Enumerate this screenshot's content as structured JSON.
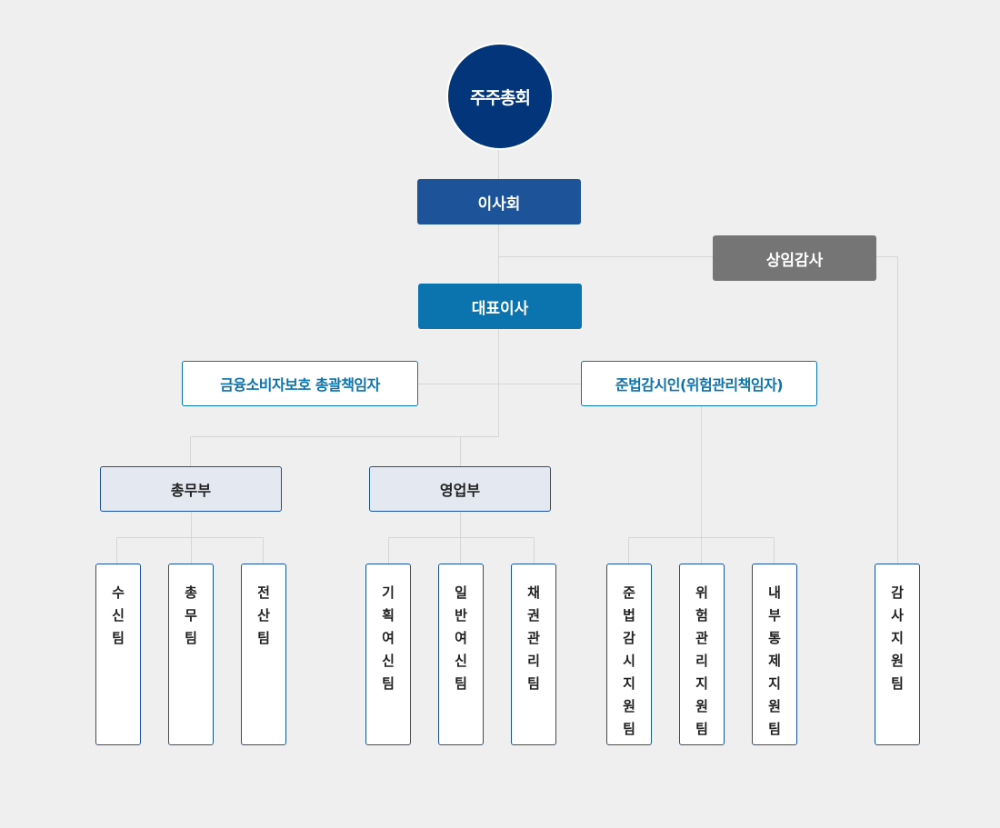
{
  "shareholders": "주주총회",
  "board": "이사회",
  "auditor": "상임감사",
  "ceo": "대표이사",
  "consumer_officer": "금융소비자보호 총괄책임자",
  "compliance_officer": "준법감시인(위험관리책임자)",
  "departments": {
    "general_affairs": "총무부",
    "sales": "영업부"
  },
  "teams": {
    "deposit": "수신팀",
    "general": "총무팀",
    "it": "전산팀",
    "planning_credit": "기획여신팀",
    "general_credit": "일반여신팀",
    "debt_management": "채권관리팀",
    "compliance": "준법감시지원팀",
    "risk_management": "위험관리지원팀",
    "internal_control": "내부통제지원팀",
    "audit_support": "감사지원팀"
  },
  "colors": {
    "background": "#efefef",
    "shareholders": "#02357a",
    "board": "#1c5399",
    "ceo": "#0b73ad",
    "auditor": "#757575",
    "officer_border": "#0b73ad",
    "dept_fill": "#e4e8f0",
    "connector": "#d6d6d6"
  }
}
